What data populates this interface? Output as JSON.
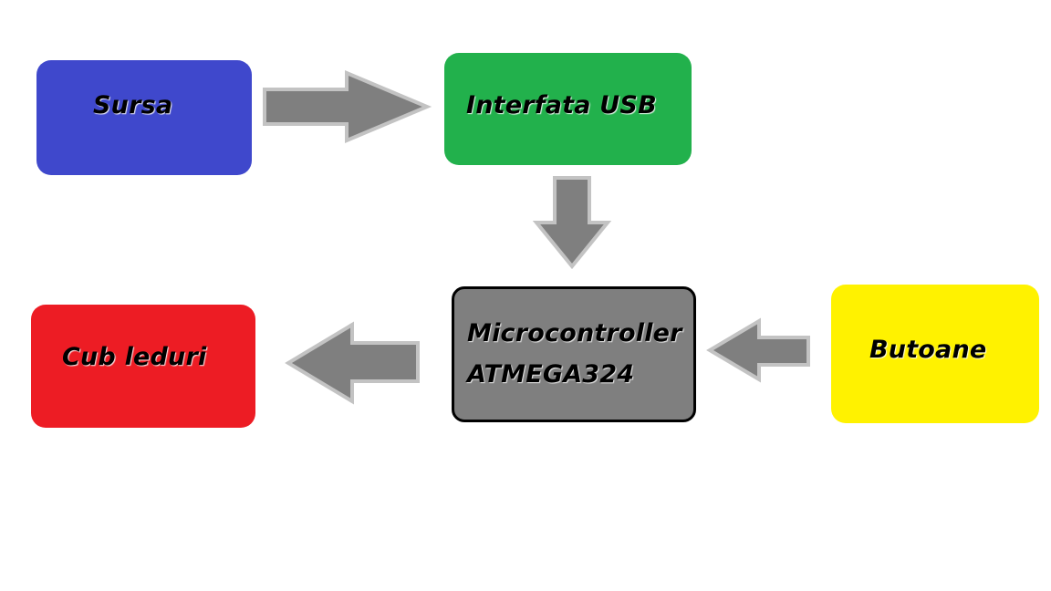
{
  "diagram": {
    "nodes": {
      "sursa": {
        "label": "Sursa",
        "color": "#3f48cc"
      },
      "usb": {
        "label": "Interfata USB",
        "color": "#22b14c"
      },
      "mcu": {
        "line1": "Microcontroller",
        "line2": "ATMEGA324",
        "color": "#7f7f7f",
        "border_color": "#000000"
      },
      "cub": {
        "label": "Cub leduri",
        "color": "#ed1c24"
      },
      "butoane": {
        "label": "Butoane",
        "color": "#fff200"
      }
    },
    "edges": [
      {
        "from": "sursa",
        "to": "usb"
      },
      {
        "from": "usb",
        "to": "mcu"
      },
      {
        "from": "butoane",
        "to": "mcu"
      },
      {
        "from": "mcu",
        "to": "cub"
      }
    ],
    "arrow_fill": "#7f7f7f",
    "arrow_stroke": "#c3c3c3"
  }
}
